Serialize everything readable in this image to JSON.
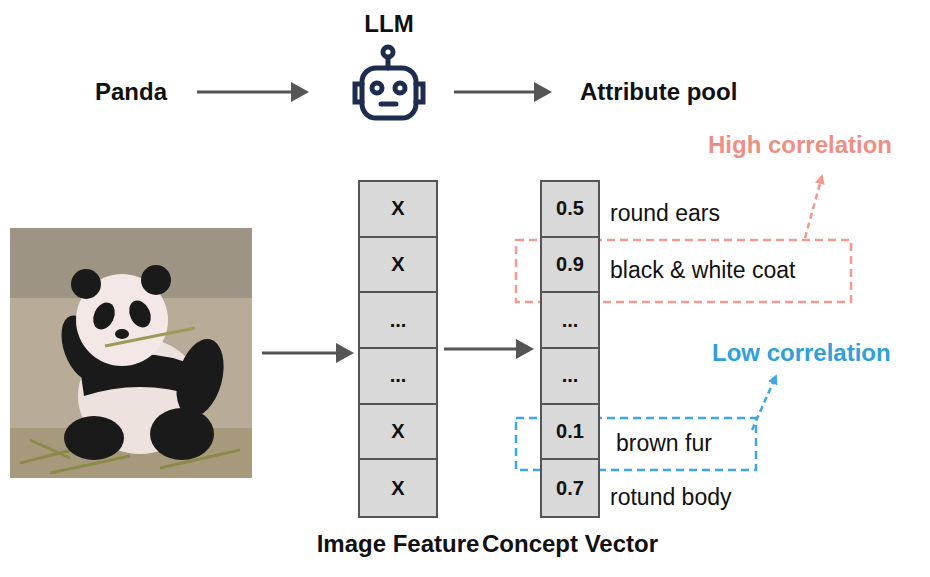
{
  "diagram": {
    "nodes": [
      {
        "text": [
          "Panda"
        ]
      },
      {
        "text": [
          "LLM"
        ]
      },
      {
        "text": [
          "Attribute pool"
        ]
      },
      {
        "text": [
          "Image Feature"
        ]
      },
      {
        "text": [
          "X"
        ],
        "in": 3
      },
      {
        "text": [
          "X"
        ],
        "in": 3
      },
      {
        "text": [
          "..."
        ],
        "in": 3
      },
      {
        "text": [
          "..."
        ],
        "in": 3
      },
      {
        "text": [
          "X"
        ],
        "in": 3
      },
      {
        "text": [
          "X"
        ],
        "in": 3
      },
      {
        "text": [
          "Concept Vector"
        ]
      },
      {
        "text": [
          "0.5"
        ],
        "in": 10
      },
      {
        "text": [
          "0.9"
        ],
        "in": 10
      },
      {
        "text": [
          "..."
        ],
        "in": 10
      },
      {
        "text": [
          "..."
        ],
        "in": 10
      },
      {
        "text": [
          "0.1"
        ],
        "in": 10
      },
      {
        "text": [
          "0.7"
        ],
        "in": 10
      }
    ],
    "edges": [
      {
        "from": 0,
        "to": 1,
        "arrow": "to"
      },
      {
        "from": 1,
        "to": 2,
        "arrow": "to"
      },
      {
        "from": 3,
        "to": 10,
        "arrow": "to"
      }
    ],
    "labels": [
      "High correlation",
      "round ears",
      "black & white coat",
      "Low correlation",
      "brown fur",
      "rotund body"
    ]
  }
}
